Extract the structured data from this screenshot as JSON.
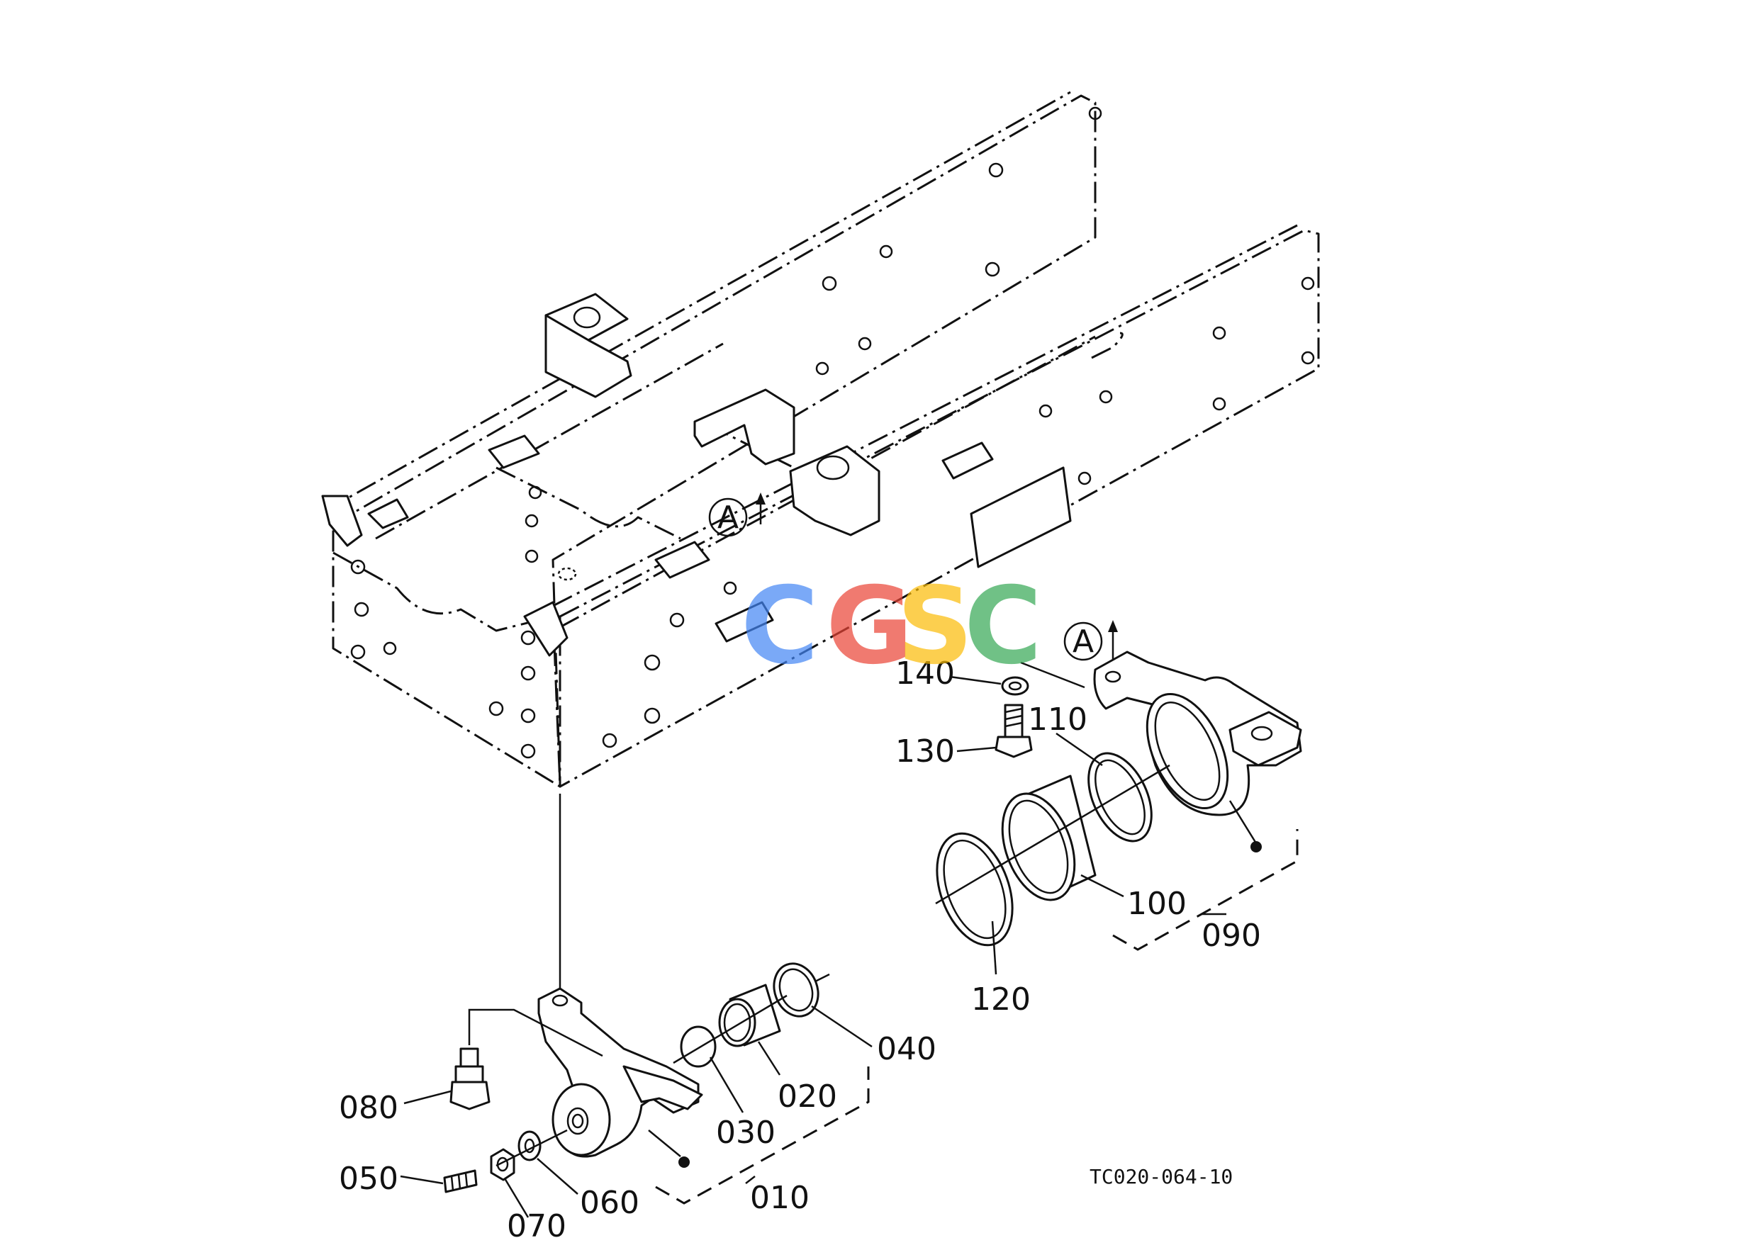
{
  "drawing_code": "TC020-064-10",
  "view_marker": "A",
  "watermark": {
    "letters": [
      "C",
      "G",
      "S",
      "C"
    ],
    "colors": [
      "#4285F4",
      "#EA4335",
      "#FBBC05",
      "#34A853"
    ]
  },
  "callouts": {
    "p010": "010",
    "p020": "020",
    "p030": "030",
    "p040": "040",
    "p050": "050",
    "p060": "060",
    "p070": "070",
    "p080": "080",
    "p090": "090",
    "p100": "100",
    "p110": "110",
    "p120": "120",
    "p130": "130",
    "p140": "140"
  }
}
